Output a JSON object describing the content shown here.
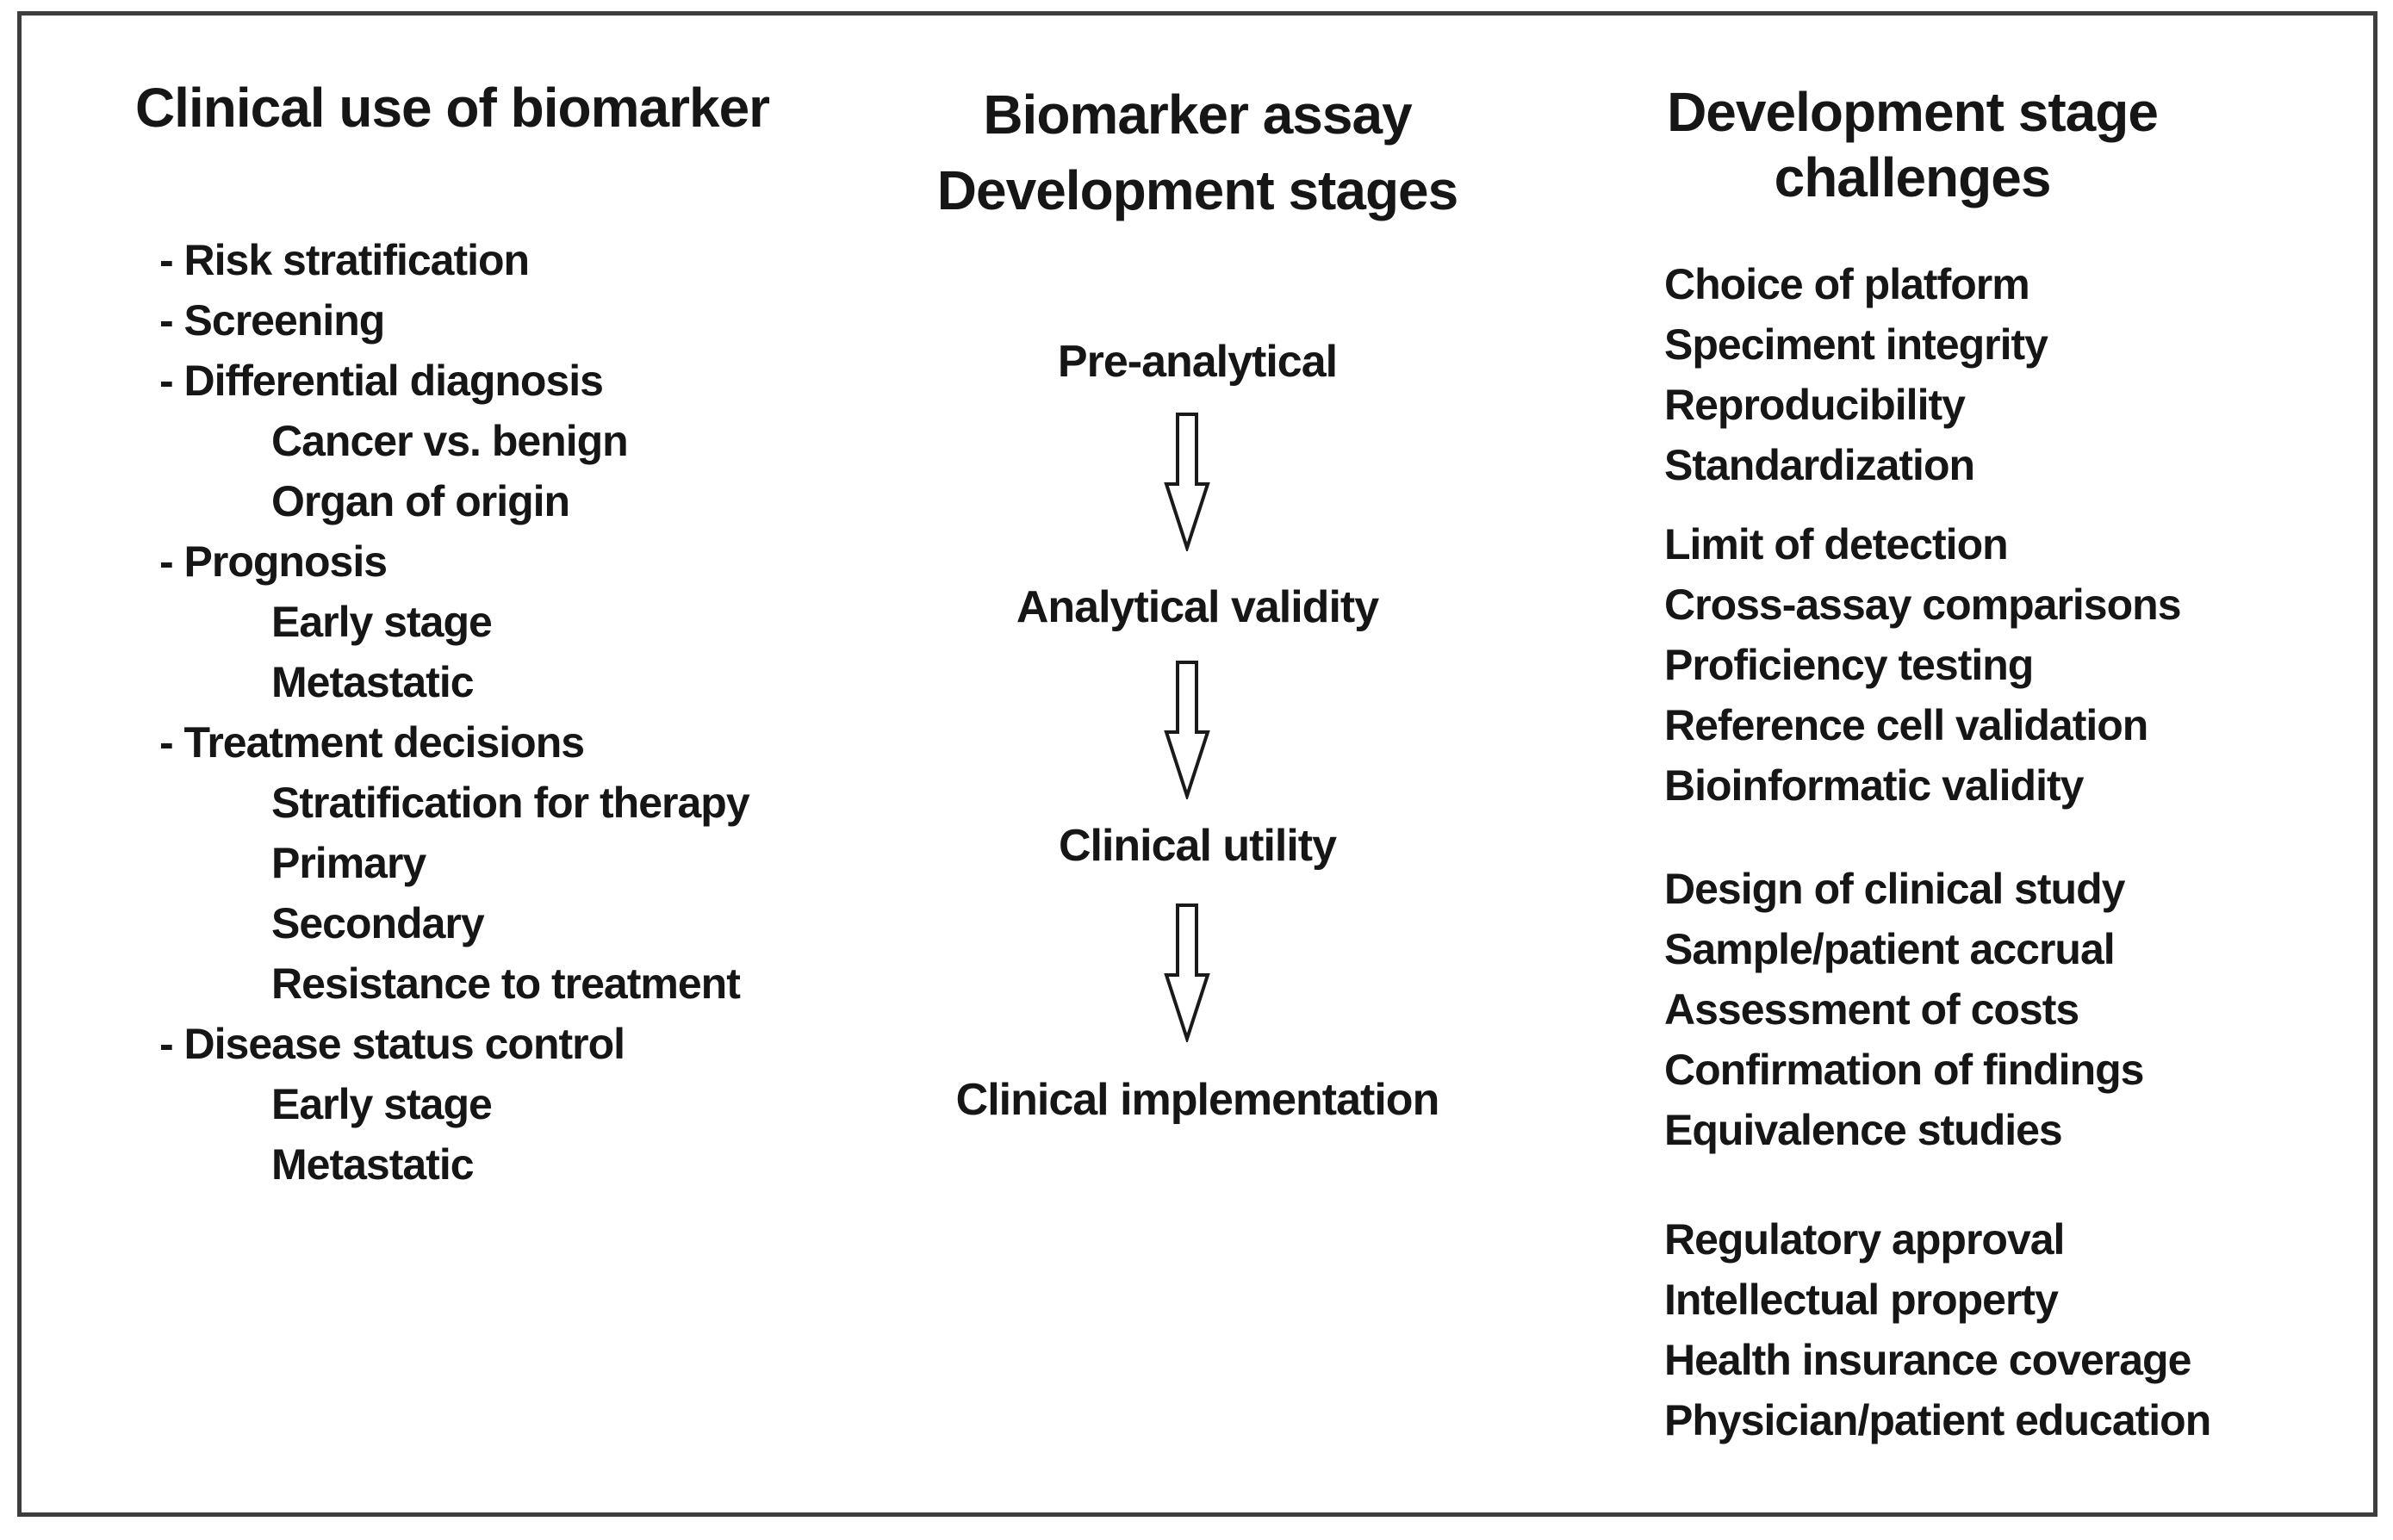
{
  "figure": {
    "clinical_use": {
      "title": "Clinical use of biomarker",
      "items": [
        {
          "label": "- Risk stratification",
          "indent": 0
        },
        {
          "label": "- Screening",
          "indent": 0
        },
        {
          "label": "- Differential diagnosis",
          "indent": 0
        },
        {
          "label": "Cancer vs. benign",
          "indent": 1
        },
        {
          "label": "Organ of origin",
          "indent": 1
        },
        {
          "label": "- Prognosis",
          "indent": 0
        },
        {
          "label": "Early stage",
          "indent": 1
        },
        {
          "label": "Metastatic",
          "indent": 1
        },
        {
          "label": "- Treatment decisions",
          "indent": 0
        },
        {
          "label": "Stratification for therapy",
          "indent": 1
        },
        {
          "label": "Primary",
          "indent": 1
        },
        {
          "label": "Secondary",
          "indent": 1
        },
        {
          "label": "Resistance to treatment",
          "indent": 1
        },
        {
          "label": "- Disease status control",
          "indent": 0
        },
        {
          "label": "Early stage",
          "indent": 1
        },
        {
          "label": "Metastatic",
          "indent": 1
        }
      ]
    },
    "stages": {
      "title_line1": "Biomarker assay",
      "title_line2": "Development stages",
      "steps": [
        "Pre-analytical",
        "Analytical validity",
        "Clinical utility",
        "Clinical implementation"
      ]
    },
    "challenges": {
      "title_line1": "Development stage",
      "title_line2": "challenges",
      "groups": [
        [
          "Choice of platform",
          "Speciment integrity",
          "Reproducibility",
          "Standardization"
        ],
        [
          "Limit of detection",
          "Cross-assay comparisons",
          "Proficiency testing",
          "Reference cell validation",
          "Bioinformatic validity"
        ],
        [
          "Design of clinical study",
          "Sample/patient accrual",
          "Assessment of costs",
          "Confirmation of findings",
          "Equivalence studies"
        ],
        [
          "Regulatory approval",
          "Intellectual property",
          "Health insurance coverage",
          "Physician/patient education"
        ]
      ]
    }
  },
  "colors": {
    "text": "#161616",
    "border": "#3d3d3d",
    "background": "#ffffff"
  }
}
